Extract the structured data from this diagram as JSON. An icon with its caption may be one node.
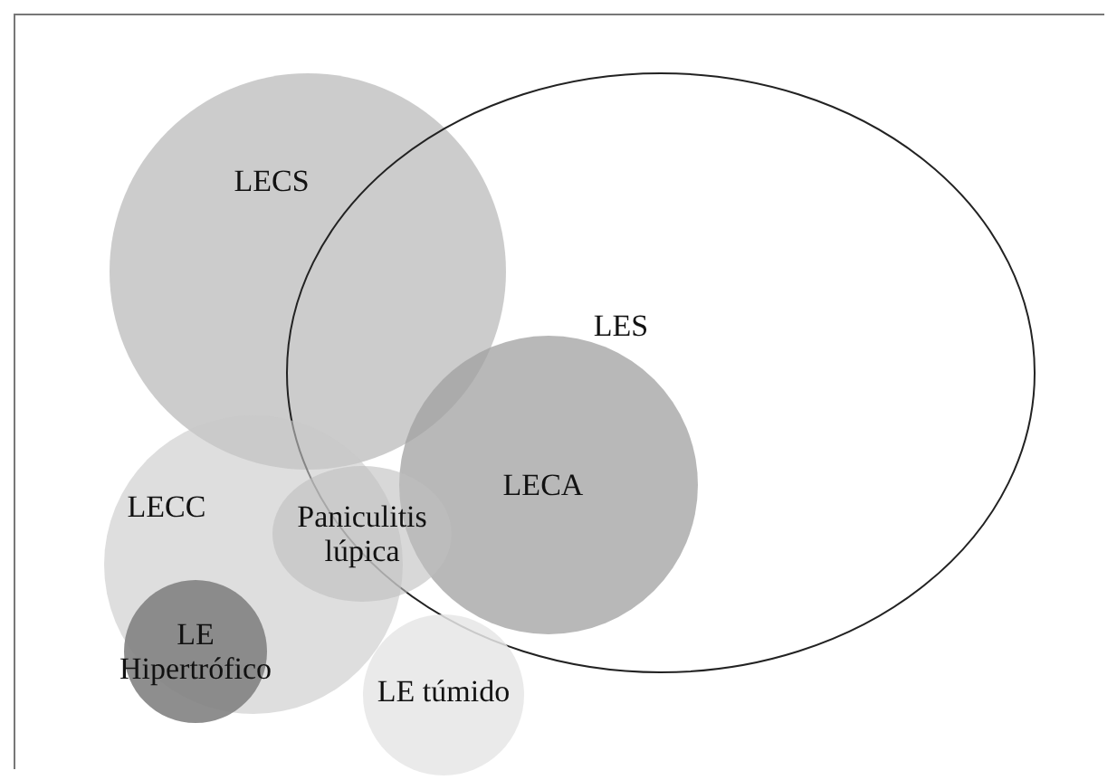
{
  "diagram": {
    "nodes": [
      {
        "text": [
          "LECS"
        ]
      },
      {
        "text": [
          "LES"
        ]
      },
      {
        "text": [
          "LECA"
        ],
        "in": 1
      },
      {
        "text": [
          "LECC"
        ]
      },
      {
        "text": [
          "Paniculitis lúpica"
        ]
      },
      {
        "text": [
          "LE Hipertrófico"
        ]
      },
      {
        "text": [
          "LE túmido"
        ]
      }
    ]
  }
}
